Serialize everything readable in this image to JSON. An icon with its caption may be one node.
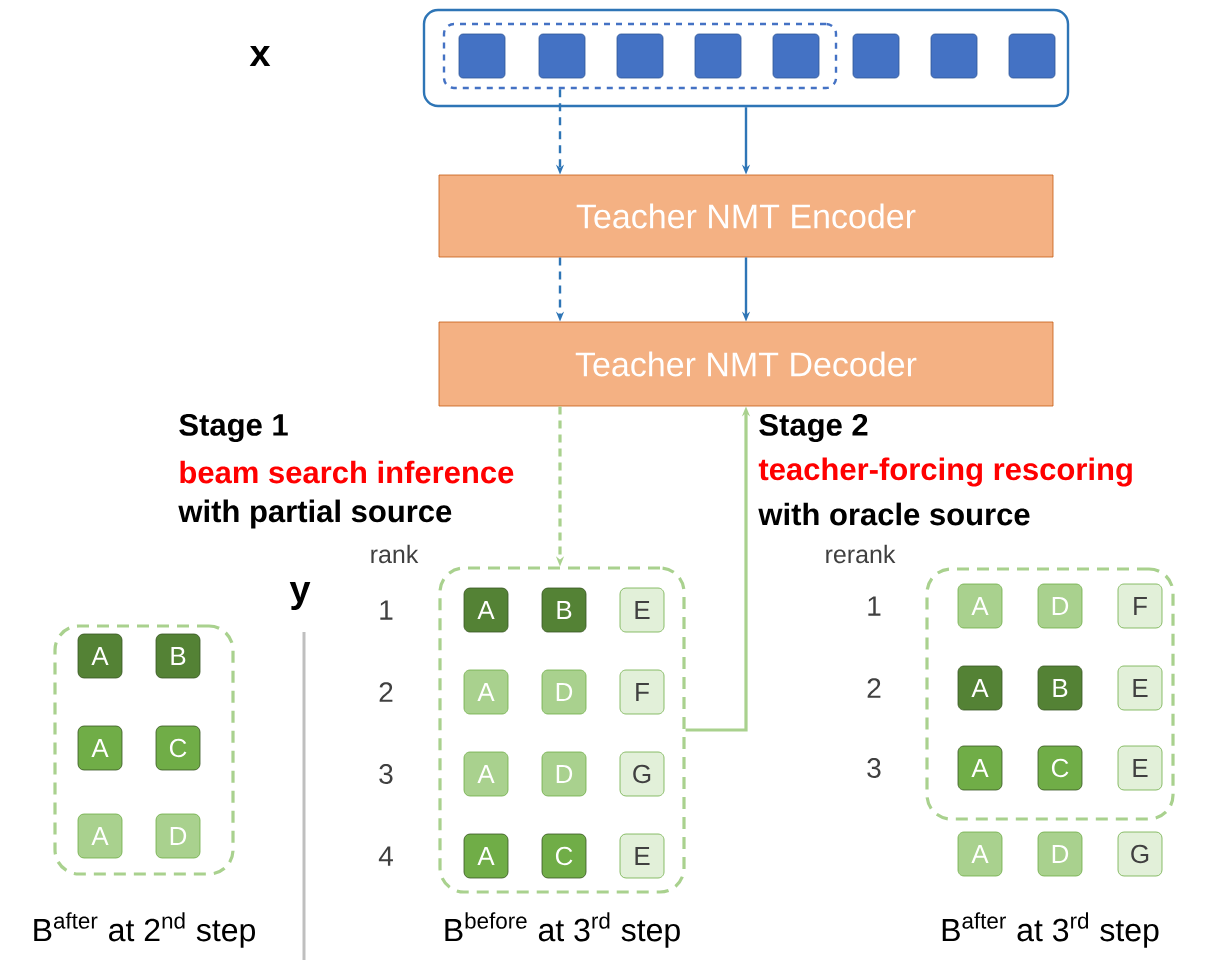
{
  "diagram": {
    "nodes": [
      {
        "text": [],
        "shape": "box"
      },
      {
        "text": [],
        "shape": "box",
        "in": 0
      },
      {
        "text": [],
        "shape": "box",
        "in": 1
      },
      {
        "text": [],
        "shape": "box",
        "in": 1
      },
      {
        "text": [],
        "shape": "box",
        "in": 1
      },
      {
        "text": [],
        "shape": "box",
        "in": 1
      },
      {
        "text": [],
        "shape": "box",
        "in": 1
      },
      {
        "text": [],
        "shape": "box",
        "in": 0
      },
      {
        "text": [],
        "shape": "box",
        "in": 0
      },
      {
        "text": [],
        "shape": "box",
        "in": 0
      },
      {
        "text": [
          "Teacher NMT Encoder"
        ]
      },
      {
        "text": [
          "Teacher NMT Decoder"
        ]
      },
      {
        "text": [],
        "shape": "box"
      },
      {
        "text": [
          "A"
        ],
        "in": 12
      },
      {
        "text": [
          "B"
        ],
        "in": 12
      },
      {
        "text": [
          "A"
        ],
        "in": 12
      },
      {
        "text": [
          "C"
        ],
        "in": 12
      },
      {
        "text": [
          "A"
        ],
        "in": 12
      },
      {
        "text": [
          "D"
        ],
        "in": 12
      },
      {
        "text": [],
        "shape": "box"
      },
      {
        "text": [
          "A"
        ],
        "in": 19
      },
      {
        "text": [
          "B"
        ],
        "in": 19
      },
      {
        "text": [
          "E"
        ],
        "in": 19
      },
      {
        "text": [
          "A"
        ],
        "in": 19
      },
      {
        "text": [
          "D"
        ],
        "in": 19
      },
      {
        "text": [
          "F"
        ],
        "in": 19
      },
      {
        "text": [
          "A"
        ],
        "in": 19
      },
      {
        "text": [
          "D"
        ],
        "in": 19
      },
      {
        "text": [
          "G"
        ],
        "in": 19
      },
      {
        "text": [
          "A"
        ],
        "in": 19
      },
      {
        "text": [
          "C"
        ],
        "in": 19
      },
      {
        "text": [
          "E"
        ],
        "in": 19
      },
      {
        "text": [],
        "shape": "box"
      },
      {
        "text": [
          "A"
        ],
        "in": 32
      },
      {
        "text": [
          "D"
        ],
        "in": 32
      },
      {
        "text": [
          "F"
        ],
        "in": 32
      },
      {
        "text": [
          "A"
        ],
        "in": 32
      },
      {
        "text": [
          "B"
        ],
        "in": 32
      },
      {
        "text": [
          "E"
        ],
        "in": 32
      },
      {
        "text": [
          "A"
        ],
        "in": 32
      },
      {
        "text": [
          "C"
        ],
        "in": 32
      },
      {
        "text": [
          "E"
        ],
        "in": 32
      },
      {
        "text": [
          "A"
        ]
      },
      {
        "text": [
          "D"
        ]
      },
      {
        "text": [
          "G"
        ]
      }
    ],
    "edges": [
      {
        "from": 1,
        "to": 10,
        "arrow": "to",
        "style": "dashed"
      },
      {
        "from": 0,
        "to": 10,
        "arrow": "to"
      },
      {
        "from": 10,
        "to": 11,
        "arrow": "to",
        "style": "dashed"
      },
      {
        "from": 10,
        "to": 11,
        "arrow": "to"
      },
      {
        "from": 11,
        "to": 19,
        "arrow": "to",
        "style": "dashed",
        "color": "#a9d18e"
      },
      {
        "from": 19,
        "to": 11,
        "arrow": "to",
        "color": "#a9d18e"
      }
    ],
    "labels": [
      "x",
      "y",
      "Stage 1",
      "beam search inference",
      "with partial source",
      "rank",
      "1",
      "2",
      "3",
      "4",
      "Stage 2",
      "teacher-forcing rescoring",
      "with oracle source",
      "rerank",
      "1",
      "2",
      "3",
      "B$^{after}$ at 2$^{nd}$ step",
      "B$^{before}$ at 3$^{rd}$ step",
      "B$^{after}$ at 3$^{rd}$ step"
    ]
  }
}
